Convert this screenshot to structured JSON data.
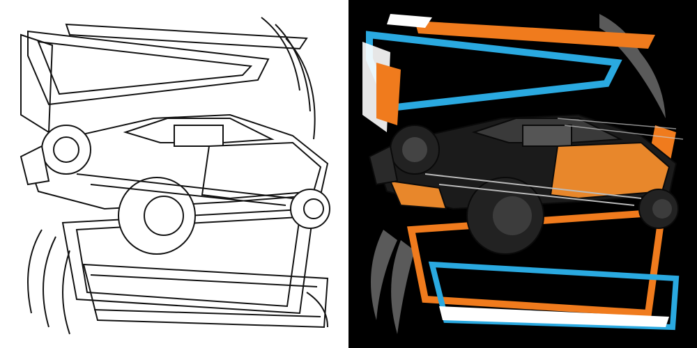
{
  "panels": [
    {
      "kind": "line-art",
      "background": "#ffffff",
      "stroke": "#111111",
      "car_fill": "#ffffff",
      "accent_primary": "#ffffff",
      "accent_secondary": "#ffffff"
    },
    {
      "kind": "colored",
      "background": "#000000",
      "stroke": "#0a0a0a",
      "car_fill": "#e8872b",
      "accent_primary": "#2aa9e0",
      "accent_secondary": "#f07b1d"
    }
  ],
  "icons": [
    "modified-race-car-illustration",
    "speed-swoosh-decoration",
    "frame-border-decoration"
  ]
}
